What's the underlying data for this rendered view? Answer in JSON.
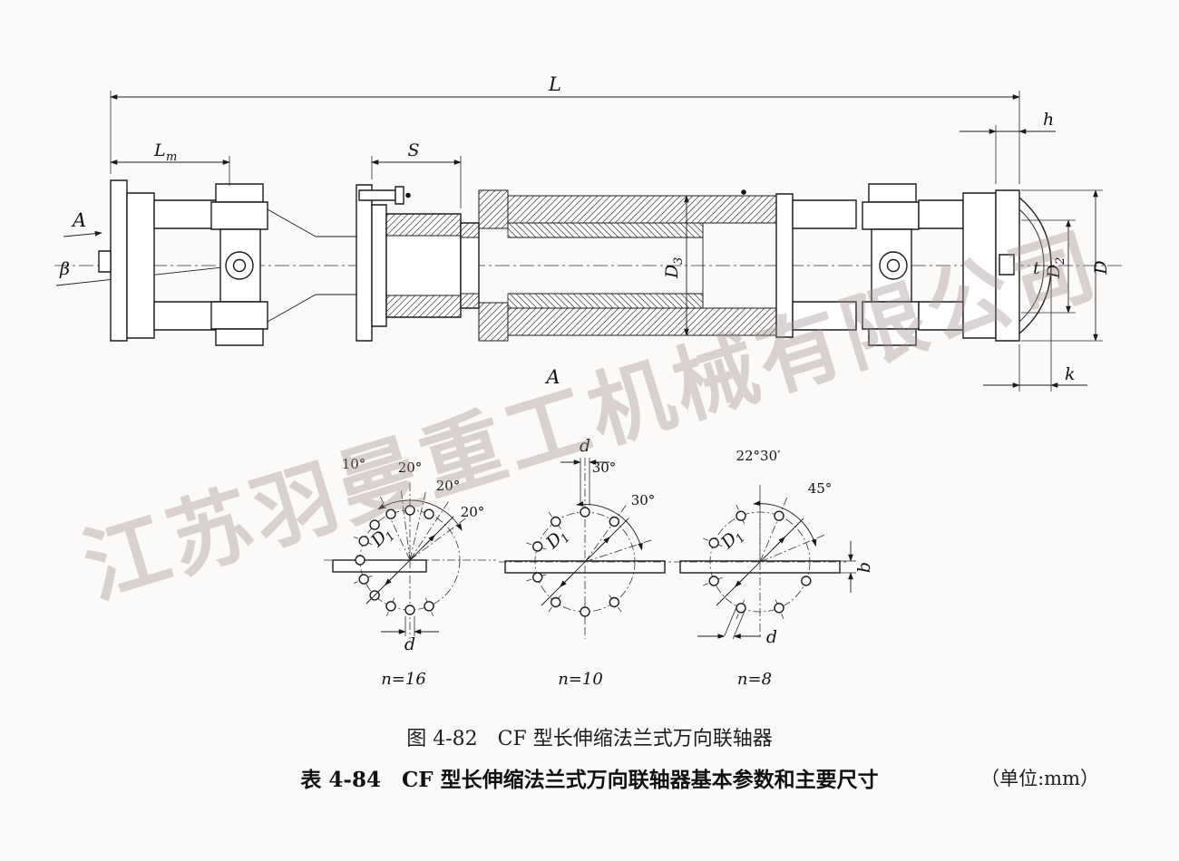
{
  "watermark": "江苏羽曼重工机械有限公司",
  "captions": {
    "figure": "图 4-82　CF 型长伸缩法兰式万向联轴器",
    "table": "表 4-84　CF 型长伸缩法兰式万向联轴器基本参数和主要尺寸",
    "unit": "（单位:mm）"
  },
  "dims": {
    "L": "L",
    "Lm": {
      "base": "L",
      "sub": "m"
    },
    "S": "S",
    "h": "h",
    "k": "k",
    "t": "t",
    "D": "D",
    "D2": {
      "base": "D",
      "sub": "2"
    },
    "D3": {
      "base": "D",
      "sub": "3"
    },
    "beta": "β",
    "view_arrow": "A",
    "section": "A"
  },
  "views": [
    {
      "n": "n=16",
      "D1": {
        "base": "D",
        "sub": "1"
      },
      "d": "d",
      "angles": [
        "10°",
        "20°",
        "20°",
        "20°"
      ]
    },
    {
      "n": "n=10",
      "D1": {
        "base": "D",
        "sub": "1"
      },
      "d": "d",
      "angles": [
        "30°",
        "30°"
      ]
    },
    {
      "n": "n=8",
      "D1": {
        "base": "D",
        "sub": "1"
      },
      "d": "d",
      "b": "b",
      "angles": [
        "22°30′",
        "45°"
      ]
    }
  ]
}
